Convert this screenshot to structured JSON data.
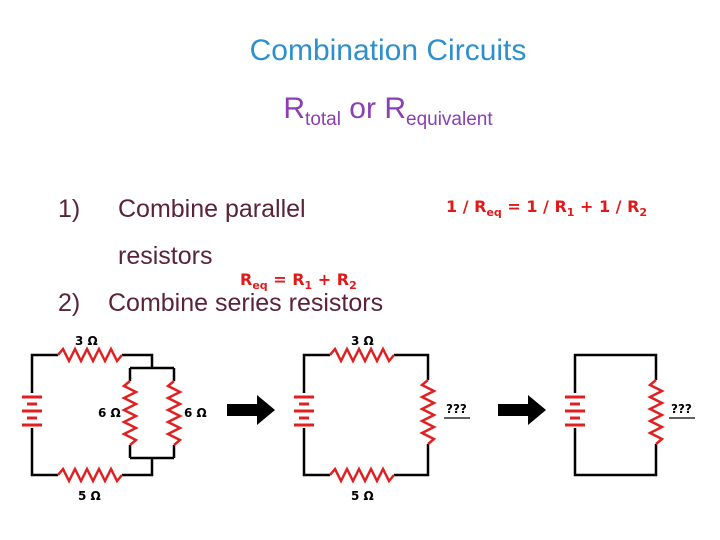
{
  "title": "Combination Circuits",
  "subtitle": {
    "r1": "R",
    "sub1": "total",
    "or": " or ",
    "r2": "R",
    "sub2": "equivalent"
  },
  "steps": [
    {
      "num": "1)",
      "text_line1": "Combine parallel",
      "text_line2": "resistors"
    },
    {
      "num": "2)",
      "text": "Combine series resistors"
    }
  ],
  "formulas": {
    "parallel": {
      "a": "1 / R",
      "a_sub": "eq",
      "b": " = 1 / R",
      "b_sub": "1",
      "c": " + 1 / R",
      "c_sub": "2"
    },
    "series": {
      "a": "R",
      "a_sub": "eq",
      "b": " = R",
      "b_sub": "1",
      "c": " + R",
      "c_sub": "2"
    }
  },
  "circuits": {
    "c1_top": "3 Ω",
    "c1_par_left": "6 Ω",
    "c1_par_right": "6 Ω",
    "c1_bottom": "5 Ω",
    "c2_top": "3 Ω",
    "c2_right": "???",
    "c2_bottom": "5 Ω",
    "c3_right": "???"
  },
  "colors": {
    "title": "#2e8fce",
    "subtitle": "#8a3fb5",
    "steps": "#5a2436",
    "formula": "#e01a1a",
    "resistor": "#e02020",
    "wire": "#000000"
  }
}
